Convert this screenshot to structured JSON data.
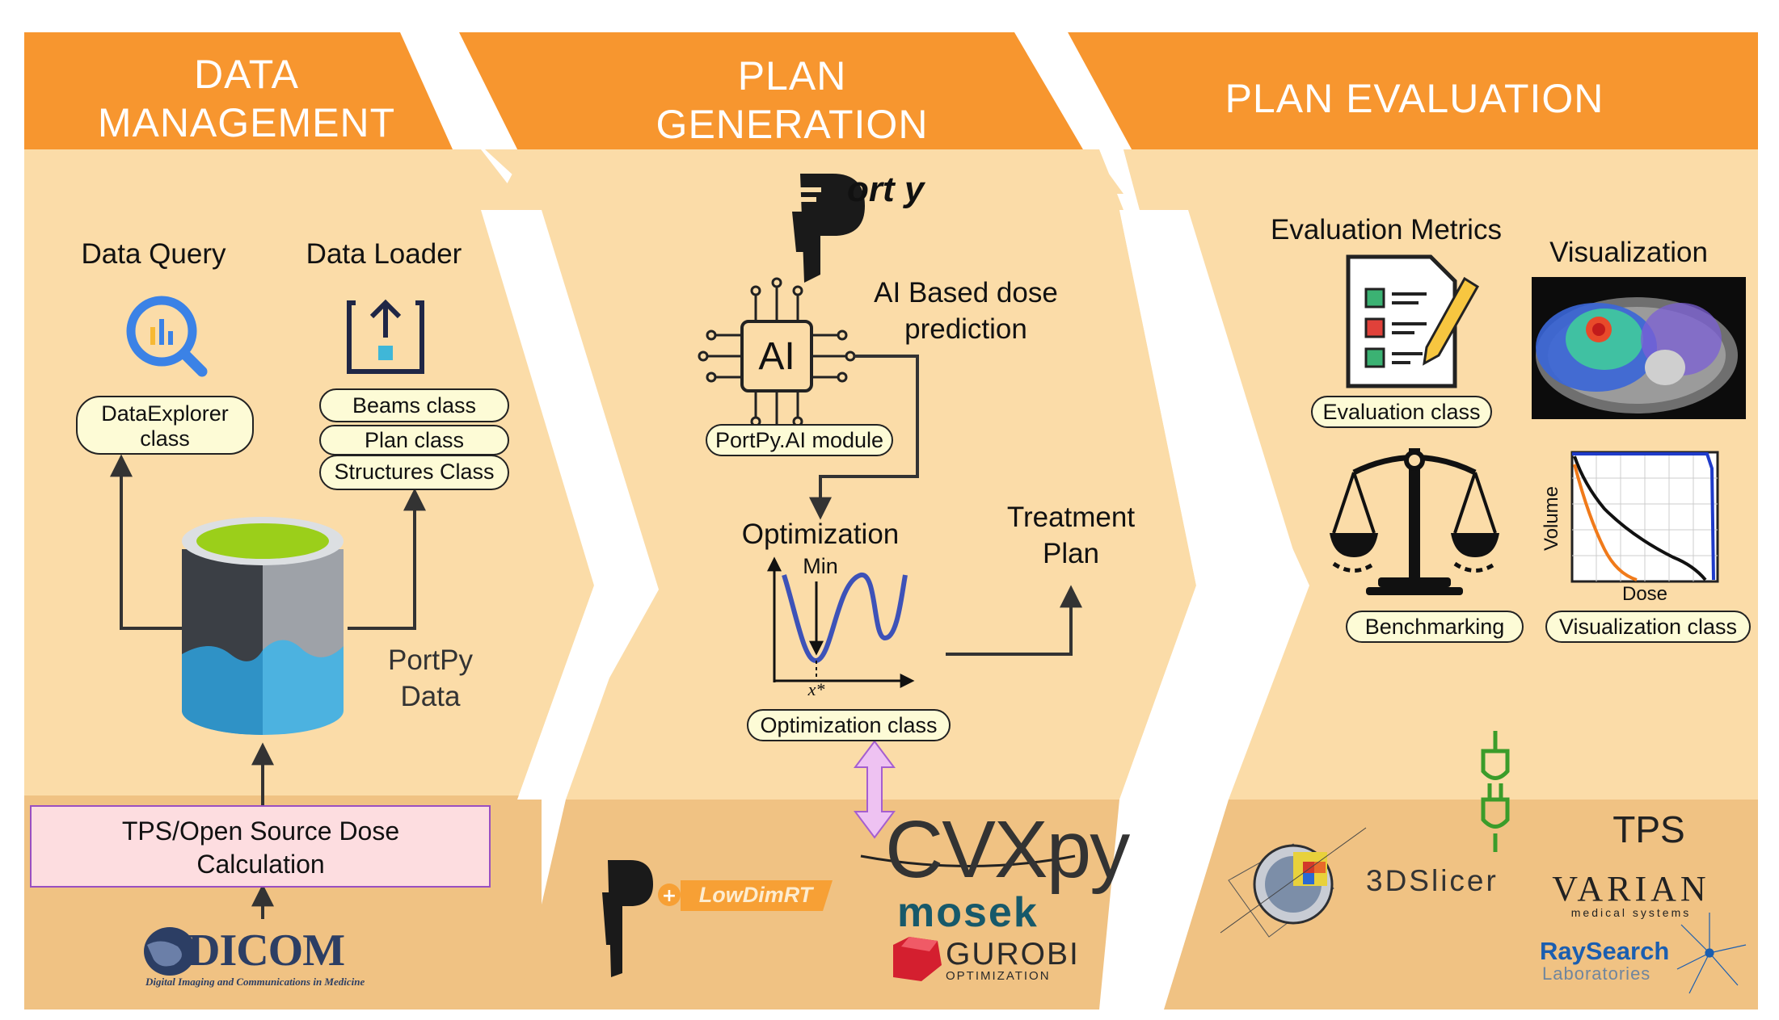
{
  "sections": {
    "data_management": {
      "header": "DATA\nMANAGEMENT",
      "data_query": "Data Query",
      "data_loader": "Data Loader",
      "dataexplorer_class": "DataExplorer\nclass",
      "beams_class": "Beams class",
      "plan_class": "Plan class",
      "structures_class": "Structures Class",
      "portpy_data": "PortPy\nData",
      "tps_box": "TPS/Open Source Dose\nCalculation",
      "dicom_logo": "DICOM",
      "dicom_tagline": "Digital Imaging and Communications in Medicine"
    },
    "plan_generation": {
      "header": "PLAN\nGENERATION",
      "portpy_logo": "ort y",
      "ai_dose": "AI Based dose\nprediction",
      "ai_chip": "AI",
      "ai_module": "PortPy.AI module",
      "optimization": "Optimization",
      "min_label": "Min",
      "x_star": "x*",
      "treatment_plan": "Treatment\nPlan",
      "optimization_class": "Optimization class",
      "lowdimrt": "LowDimRT",
      "cvxpy_logo": "CVXpy",
      "mosek_logo": "mosek",
      "gurobi_logo": "GUROBI",
      "gurobi_sub": "OPTIMIZATION"
    },
    "plan_evaluation": {
      "header": "PLAN EVALUATION",
      "evaluation_metrics": "Evaluation Metrics",
      "visualization": "Visualization",
      "evaluation_class": "Evaluation class",
      "benchmarking": "Benchmarking",
      "visualization_class": "Visualization class",
      "dvh_xlabel": "Dose",
      "dvh_ylabel": "Volume",
      "slicer_logo": "3DSlicer",
      "tps_label": "TPS",
      "varian_logo": "VARIAN",
      "varian_sub": "medical systems",
      "raysearch_logo": "RaySearch",
      "raysearch_sub": "Laboratories"
    }
  },
  "colors": {
    "header_orange": "#f7962f",
    "panel_light": "#fbdca8",
    "panel_bottom": "#f0c283",
    "pill_fill": "#fdfbd6",
    "tps_box_fill": "#fddde0",
    "tps_box_border": "#9a4fc1",
    "lowdimrt_orange": "#f7a035",
    "mosek_teal": "#17596a",
    "gurobi_red": "#d41f2f",
    "slicer_green": "#3b9c2a",
    "raysearch_blue": "#1b5eb0"
  }
}
